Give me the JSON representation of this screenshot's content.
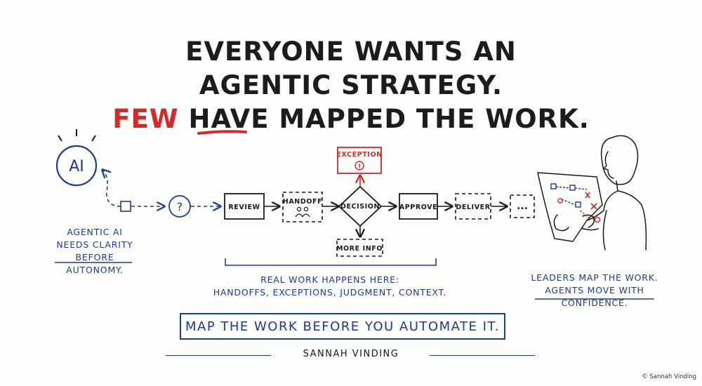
{
  "title": {
    "line1": "EVERYONE WANTS AN",
    "line2": "AGENTIC STRATEGY.",
    "line3_highlight": "FEW",
    "line3_rest": " HAVE MAPPED THE WORK."
  },
  "ai_node": {
    "label": "AI"
  },
  "left_caption": {
    "line1": "AGENTIC AI",
    "line2": "NEEDS CLARITY",
    "line3": "BEFORE AUTONOMY."
  },
  "question_node": {
    "label": "?"
  },
  "flow": {
    "review": "REVIEW",
    "handoff": "HANDOFF",
    "decision": "DECISION",
    "approve": "APPROVE",
    "deliver": "DELIVER",
    "more": "...",
    "exception": "EXCEPTION",
    "exception_icon": "!",
    "more_info": "MORE INFO"
  },
  "bracket_caption": {
    "line1": "REAL WORK HAPPENS HERE:",
    "line2": "HANDOFFS, EXCEPTIONS, JUDGMENT, CONTEXT."
  },
  "right_caption": {
    "line1": "LEADERS MAP THE WORK.",
    "line2": "AGENTS MOVE WITH CONFIDENCE."
  },
  "banner": {
    "text": "MAP THE WORK BEFORE YOU AUTOMATE IT."
  },
  "author": {
    "name": "SANNAH VINDING"
  },
  "copyright": "© Sannah Vinding",
  "colors": {
    "ink": "#1a1a1a",
    "accent_blue": "#1f3b8c",
    "accent_red": "#d42a2a"
  },
  "icons": [
    "ai-circle-icon",
    "question-icon",
    "people-icon",
    "exclamation-icon",
    "person-with-map-illustration"
  ]
}
